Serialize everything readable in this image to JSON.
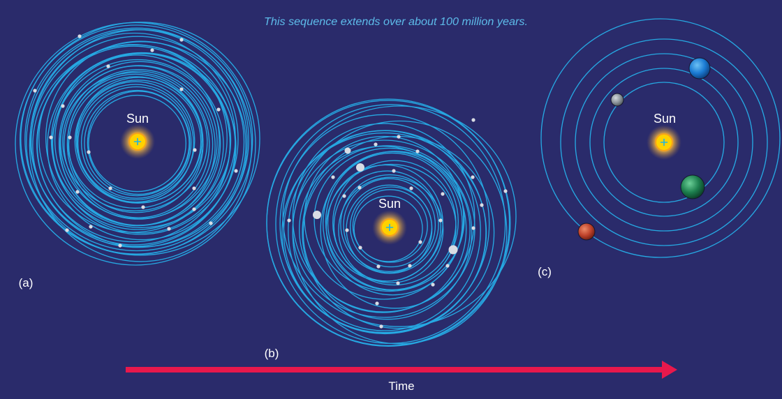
{
  "caption": "This sequence extends over about 100 million years.",
  "panels": [
    {
      "label": "(a)",
      "sun_label": "Sun"
    },
    {
      "label": "(b)",
      "sun_label": "Sun"
    },
    {
      "label": "(c)",
      "sun_label": "Sun"
    }
  ],
  "time_label": "Time",
  "colors": {
    "background": "#2a2b6b",
    "orbit": "#26a8e2",
    "planetesimal": "#d9dce4",
    "caption": "#5dbbe9",
    "label": "#ffffff",
    "arrow": "#e8184c",
    "sun": "#ffd200",
    "sun_outline": "#f4a11c",
    "sun_cross": "#1db3e6",
    "planets": {
      "gray": "#8c959b",
      "blue": "#1b7bd3",
      "green": "#1d7f4e",
      "red": "#bf432c"
    }
  }
}
